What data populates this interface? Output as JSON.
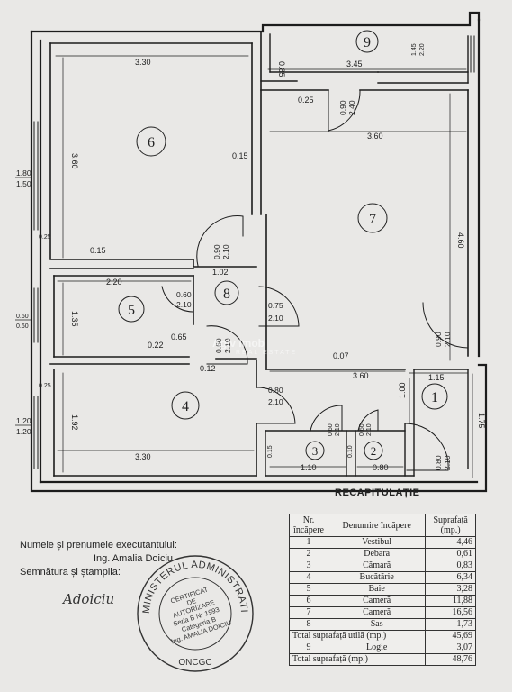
{
  "rooms": {
    "r1": "1",
    "r2": "2",
    "r3": "3",
    "r4": "4",
    "r5": "5",
    "r6": "6",
    "r7": "7",
    "r8": "8",
    "r9": "9"
  },
  "dimensions": {
    "d_330_top": "3.30",
    "d_345": "3.45",
    "d_360_mid": "3.60",
    "d_360_low": "3.60",
    "d_220": "2.20",
    "d_330_low": "3.30",
    "d_110": "1.10",
    "d_080": "0.80",
    "d_115": "1.15",
    "d_360_v": "3.60",
    "d_460_v": "4.60",
    "d_135": "1.35",
    "d_192": "1.92",
    "d_175": "1.75",
    "d_100": "1.00",
    "d_085": "0.85",
    "d_102": "1.02",
    "d_065": "0.65",
    "d_025": "0.25",
    "d_015a": "0.15",
    "d_015b": "0.15",
    "d_007": "0.07",
    "d_012": "0.12",
    "d_022": "0.22",
    "d_025w": "0.25",
    "d_025w2": "0.25",
    "d_010": "0.10",
    "d_015c": "0.15"
  },
  "openings": {
    "o_180_150_top": "1.80",
    "o_180_150_bot": "1.50",
    "o_060_top": "0.60",
    "o_060_bot": "0.60",
    "o_120_top": "1.20",
    "o_120_bot": "1.20",
    "door_090_240_a": "0.90",
    "door_090_240_b": "2.40",
    "door_145_top": "1.45",
    "door_145_bot": "2.20",
    "door_090_210_a": "0.90",
    "door_090_210_b": "2.10",
    "door_060_a": "0.60",
    "door_060_b": "2.10",
    "door_075_a": "0.75",
    "door_075_b": "2.10",
    "door_060_210b_a": "0.60",
    "door_060_210b_b": "2.10",
    "door_090_210_c_a": "0.90",
    "door_090_210_c_b": "2.10",
    "door_080_a": "0.80",
    "door_080_b": "2.10",
    "door_080_e_a": "0.80",
    "door_080_e_b": "2.10",
    "door_060_r3_a": "0.60",
    "door_060_r3_b": "2.10",
    "door_060_r2_a": "0.60",
    "door_060_r2_b": "2.10"
  },
  "recap": {
    "title": "RECAPITULAȚIE",
    "headers": [
      "Nr. încăpere",
      "Denumire încăpere",
      "Suprafață (mp.)"
    ],
    "rows": [
      {
        "nr": "1",
        "name": "Vestibul",
        "area": "4,46"
      },
      {
        "nr": "2",
        "name": "Debara",
        "area": "0,61"
      },
      {
        "nr": "3",
        "name": "Cămară",
        "area": "0,83"
      },
      {
        "nr": "4",
        "name": "Bucătărie",
        "area": "6,34"
      },
      {
        "nr": "5",
        "name": "Baie",
        "area": "3,28"
      },
      {
        "nr": "6",
        "name": "Cameră",
        "area": "11,88"
      },
      {
        "nr": "7",
        "name": "Cameră",
        "area": "16,56"
      },
      {
        "nr": "8",
        "name": "Sas",
        "area": "1,73"
      }
    ],
    "total_useful_label": "Total suprafață utilă (mp.)",
    "total_useful": "45,69",
    "logia_nr": "9",
    "logia_name": "Logie",
    "logia_area": "3,07",
    "total_label": "Total suprafață (mp.)",
    "total": "48,76"
  },
  "executant": {
    "line1": "Numele și prenumele executantului:",
    "line2": "Ing. Amalia Doiciu",
    "line3": "Semnătura și ștampila:"
  },
  "stamp": {
    "ring_text": "MINISTERUL ADMINISTRATIEI PUBLICE",
    "bottom_text": "ONCGC",
    "l1": "CERTIFICAT",
    "l2": "DE",
    "l3": "AUTORIZARE",
    "l4": "Seria B Nr 1993",
    "l5": "Categoria B",
    "l6": "Ing. AMALIA DOICIU"
  },
  "signature": "Adoiciu",
  "watermark": {
    "brand": "Agiv Imob",
    "tag": "REAL ESTATE"
  }
}
